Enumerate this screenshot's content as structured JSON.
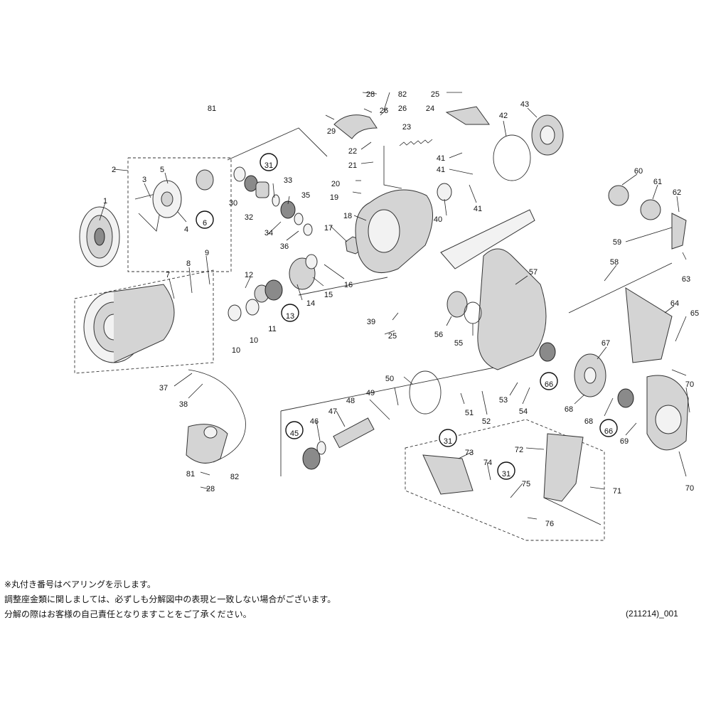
{
  "diagram": {
    "part_numbers": [
      "1",
      "2",
      "3",
      "4",
      "5",
      "6",
      "7",
      "8",
      "9",
      "10",
      "11",
      "12",
      "13",
      "14",
      "15",
      "16",
      "17",
      "18",
      "19",
      "20",
      "21",
      "22",
      "23",
      "24",
      "25",
      "26",
      "28",
      "29",
      "30",
      "31",
      "32",
      "33",
      "34",
      "35",
      "36",
      "37",
      "38",
      "39",
      "40",
      "41",
      "42",
      "43",
      "45",
      "46",
      "47",
      "48",
      "49",
      "50",
      "51",
      "52",
      "53",
      "54",
      "55",
      "56",
      "57",
      "58",
      "59",
      "60",
      "61",
      "62",
      "63",
      "64",
      "65",
      "66",
      "67",
      "68",
      "69",
      "70",
      "71",
      "72",
      "73",
      "74",
      "75",
      "76",
      "81",
      "82"
    ],
    "bearing_parts": [
      "6",
      "13",
      "31",
      "45",
      "66"
    ]
  },
  "notes": [
    "※丸付き番号はベアリングを示します。",
    "調整座金類に関しましては、必ずしも分解図中の表現と一致しない場合がございます。",
    "分解の際はお客様の自己責任となりますことをご了承ください。"
  ],
  "doc_code": "(211214)_001"
}
